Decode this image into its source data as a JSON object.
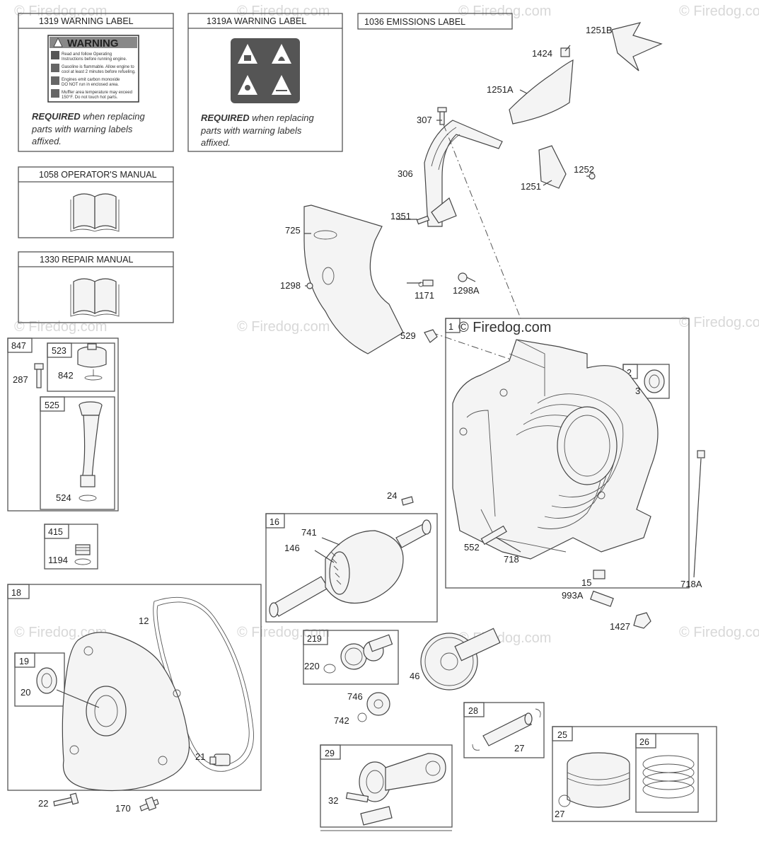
{
  "watermark": "© Firedog.com",
  "copyright": "© Firedog.com",
  "label_boxes": {
    "warning_1319": {
      "title": "1319 WARNING LABEL",
      "sign": "WARNING",
      "required": "REQUIRED",
      "required_rest": " when replacing",
      "line2": "parts with warning labels",
      "line3": "affixed.",
      "lines": [
        "Read and follow Operating",
        "Instructions before running engine.",
        "Gasoline is flammable. Allow engine to",
        "cool at least 2 minutes before refueling.",
        "Engines emit carbon monoxide",
        "DO NOT run in enclosed area.",
        "Muffler area temperature may exceed",
        "150°F. Do not touch hot parts."
      ]
    },
    "warning_1319a": {
      "title": "1319A WARNING LABEL",
      "required": "REQUIRED",
      "required_rest": " when replacing",
      "line2": "parts with warning labels",
      "line3": "affixed."
    },
    "emissions_1036": {
      "title": "1036 EMISSIONS LABEL"
    },
    "operators_manual": {
      "title": "1058 OPERATOR'S MANUAL"
    },
    "repair_manual": {
      "title": "1330 REPAIR MANUAL"
    }
  },
  "groups": {
    "g847": "847",
    "g523": "523",
    "g525": "525",
    "g415": "415",
    "g18": "18",
    "g19": "19",
    "g1": "1",
    "g2": "2",
    "g16": "16",
    "g219": "219",
    "g28": "28",
    "g29": "29",
    "g25": "25",
    "g26": "26"
  },
  "callouts": {
    "c1251b": "1251B",
    "c1424": "1424",
    "c1251a": "1251A",
    "c307": "307",
    "c306": "306",
    "c1252": "1252",
    "c1251": "1251",
    "c1351": "1351",
    "c725": "725",
    "c1298": "1298",
    "c1171": "1171",
    "c1298a": "1298A",
    "c529": "529",
    "c3": "3",
    "c287": "287",
    "c842": "842",
    "c524": "524",
    "c1194": "1194",
    "c24": "24",
    "c741": "741",
    "c146": "146",
    "c552": "552",
    "c718": "718",
    "c15": "15",
    "c718a": "718A",
    "c993a": "993A",
    "c1427": "1427",
    "c12": "12",
    "c20": "20",
    "c21": "21",
    "c22": "22",
    "c170": "170",
    "c220": "220",
    "c46": "46",
    "c746": "746",
    "c742": "742",
    "c27a": "27",
    "c32": "32",
    "c27b": "27"
  }
}
